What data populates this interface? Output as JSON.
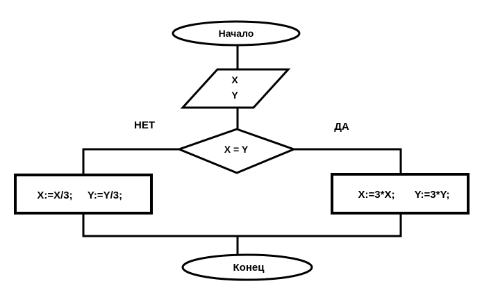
{
  "colors": {
    "stroke": "#000000",
    "background": "#ffffff",
    "text": "#000000"
  },
  "nodes": {
    "start": {
      "shape": "ellipse",
      "label": "Начало"
    },
    "input": {
      "shape": "parallelogram",
      "line1": "X",
      "line2": "Y"
    },
    "decision": {
      "shape": "diamond",
      "label": "X = Y"
    },
    "process_left": {
      "shape": "rectangle",
      "statement1": "X:=X/3;",
      "statement2": "Y:=Y/3;"
    },
    "process_right": {
      "shape": "rectangle",
      "statement1": "X:=3*X;",
      "statement2": "Y:=3*Y;"
    },
    "end": {
      "shape": "ellipse",
      "label": "Конец"
    }
  },
  "branches": {
    "no_label": "НЕТ",
    "yes_label": "ДА"
  }
}
